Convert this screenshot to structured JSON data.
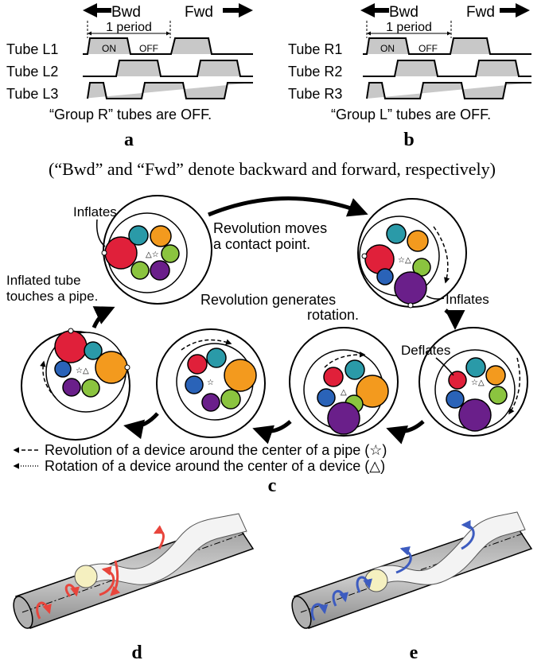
{
  "panel_a": {
    "bwd": "Bwd",
    "fwd": "Fwd",
    "period": "1 period",
    "on": "ON",
    "off": "OFF",
    "tubes": [
      "Tube L1",
      "Tube L2",
      "Tube L3"
    ],
    "note": "“Group R” tubes are OFF.",
    "label": "a"
  },
  "panel_b": {
    "bwd": "Bwd",
    "fwd": "Fwd",
    "period": "1 period",
    "on": "ON",
    "off": "OFF",
    "tubes": [
      "Tube R1",
      "Tube R2",
      "Tube R3"
    ],
    "note": "“Group L” tubes are OFF.",
    "label": "b"
  },
  "caption_ab": "(“Bwd” and “Fwd” denote backward and forward, respectively)",
  "panel_c": {
    "inflates_top": "Inflates",
    "touch_1": "Inflated tube",
    "touch_2": "touches a pipe.",
    "rev_move_1": "Revolution moves",
    "rev_move_2": "a contact point.",
    "rev_gen_1": "Revolution generates",
    "rev_gen_2": "rotation.",
    "inflates_right": "Inflates",
    "deflates": "Deflates",
    "legend_revolution": "Revolution of a device around the center of a pipe (☆)",
    "legend_rotation": "Rotation of a device around the center of a device (△)",
    "label": "c"
  },
  "panel_d": {
    "label": "d"
  },
  "panel_e": {
    "label": "e"
  },
  "colors": {
    "red": "#e0203a",
    "teal": "#2a9aa8",
    "orange": "#f39a1e",
    "green": "#8bc43f",
    "purple": "#6a1f8a",
    "blue": "#2a63b8",
    "arrow_red": "#e8453c",
    "arrow_blue": "#3d5cc0",
    "signal_fill": "#c8c8c8"
  }
}
